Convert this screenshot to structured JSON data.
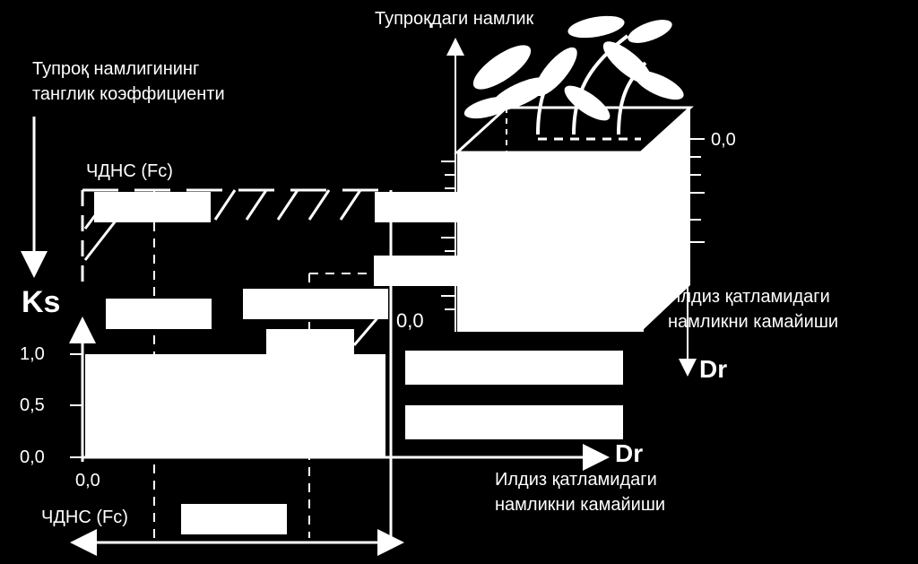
{
  "top_axis_label": "Тупроқдаги намлик",
  "left_axis_label_line1": "Тупроқ намлигининг",
  "left_axis_label_line2": "танглик коэффициенти",
  "ks_label": "Ks",
  "fc_top_label": "ЧДНС (Fc)",
  "fc_bottom_label": "ЧДНС (Fc)",
  "zero_right_top": "0,0",
  "zero_mid": "0,0",
  "zero_origin": "0,0",
  "ytick_1": "1,0",
  "ytick_05": "0,5",
  "ytick_0": "0,0",
  "dr_right": "Dr",
  "dr_bottom": "Dr",
  "root_depletion_right_line1": "Илдиз қатламидаги",
  "root_depletion_right_line2": "намликни камайиши",
  "root_depletion_bottom_line1": "Илдиз қатламидаги",
  "root_depletion_bottom_line2": "намликни камайиши",
  "colors": {
    "background": "#000000",
    "foreground": "#ffffff"
  }
}
